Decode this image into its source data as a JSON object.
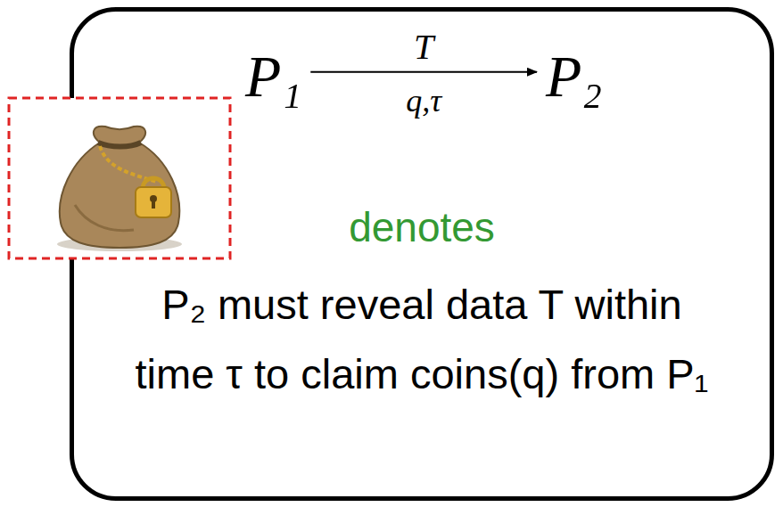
{
  "diagram": {
    "nodes": [
      {
        "text": [
          "denotes",
          "P₂ must reveal data T within time τ to claim coins(q) from P₁"
        ]
      },
      {
        "text": [
          "P₁"
        ],
        "in": 0
      },
      {
        "text": [
          "P₂"
        ],
        "in": 0
      }
    ],
    "edges": [
      {
        "from": 1,
        "to": 2,
        "label": "T",
        "arrow": "to"
      }
    ],
    "labels": [
      "q,τ"
    ]
  }
}
